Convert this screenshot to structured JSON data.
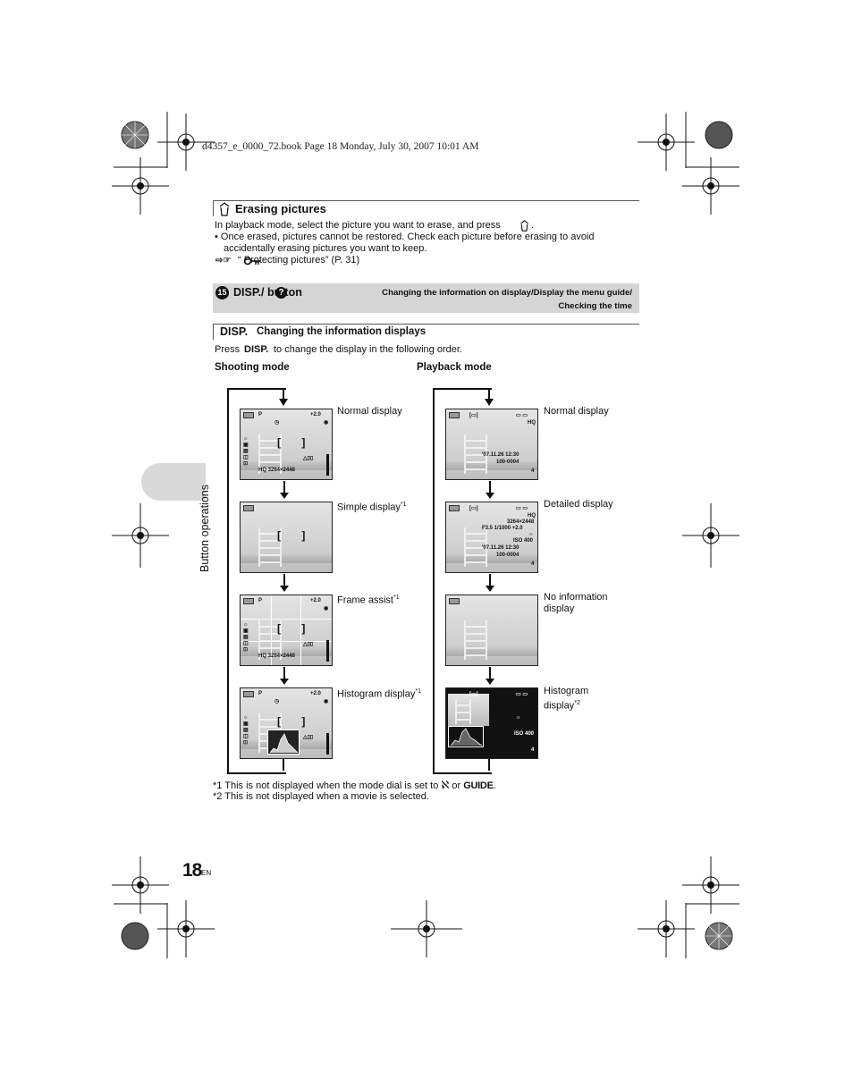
{
  "header": "d4357_e_0000_72.book  Page 18  Monday, July 30, 2007  10:01 AM",
  "erase": {
    "title": "Erasing pictures",
    "text1": "In playback mode, select the picture you want to erase, and press",
    "bullet1": "•  Once erased, pictures cannot be restored. Check each picture before erasing to avoid",
    "bullet1b": "accidentally erasing pictures you want to keep.",
    "ref": "“       Protecting pictures” (P. 31)"
  },
  "band": {
    "number": "15",
    "title": "DISP./   button",
    "right1": "Changing the information on display/Display the menu guide/",
    "right2": "Checking the time"
  },
  "disp": {
    "title_prefix": "DISP.",
    "title": "Changing the information displays",
    "intro_a": "Press",
    "intro_b": "DISP.",
    "intro_c": "to change the display in the following order."
  },
  "shooting": {
    "heading": "Shooting mode",
    "labels": [
      "Normal display",
      "Simple display",
      "Frame assist",
      "Histogram display"
    ],
    "sups": [
      "",
      "*1",
      "*1",
      "*1"
    ],
    "screen_text": {
      "p": "P",
      "ev": "+2.0",
      "quality": "HQ  3264×2448"
    }
  },
  "playback": {
    "heading": "Playback mode",
    "labels": [
      "Normal display",
      "Detailed display",
      "No information display",
      "Histogram display"
    ],
    "sups": [
      "",
      "",
      "",
      "*2"
    ],
    "screen_text": {
      "hq": "HQ",
      "date": "'07.11.26  12:30",
      "file": "100-0004",
      "size": "3264×2448",
      "exposure": "F3.5  1/1000  +2.0",
      "iso": "ISO 400",
      "num": "4"
    }
  },
  "footnotes": {
    "n1": "*1 This is not displayed when the mode dial is set to",
    "n1_or": "or",
    "n1_guide": "GUIDE",
    "n2": "*2 This is not displayed when a movie is selected."
  },
  "side_tab": "Button operations",
  "page": {
    "number": "18",
    "lang": "EN"
  }
}
